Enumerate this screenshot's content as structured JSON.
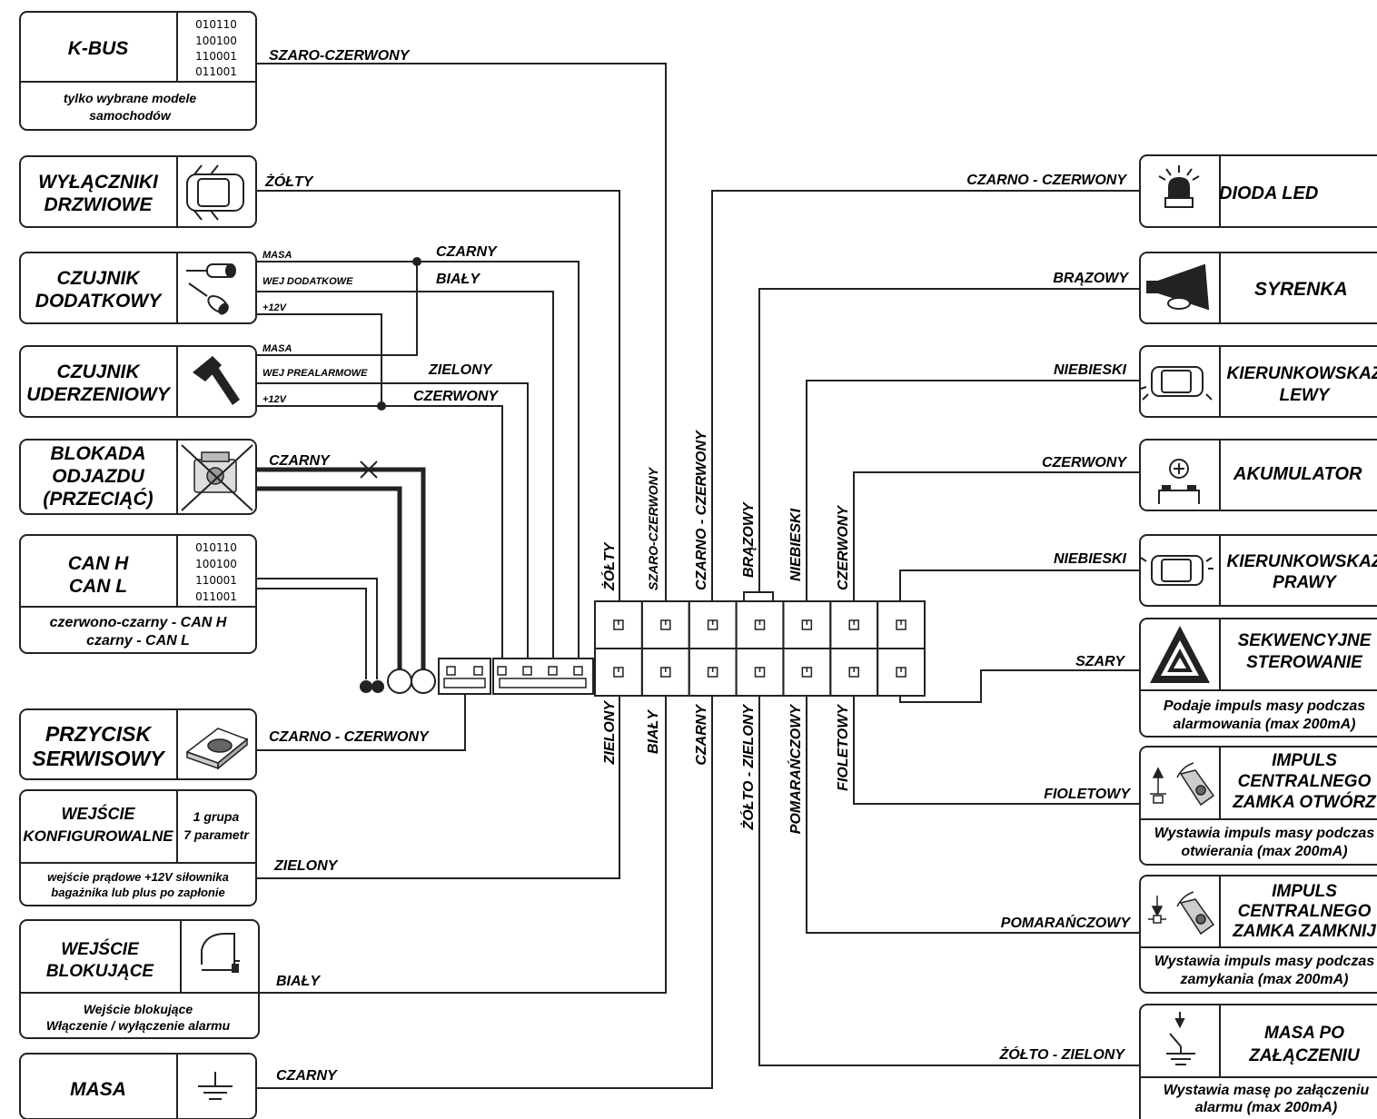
{
  "left_modules": {
    "kbus": {
      "title": "K-BUS",
      "binary": [
        "010110",
        "100100",
        "110001",
        "011001"
      ],
      "note": [
        "tylko wybrane modele",
        "samochodów"
      ],
      "wire": "SZARO-CZERWONY"
    },
    "doors": {
      "title": [
        "WYŁĄCZNIKI",
        "DRZWIOWE"
      ],
      "icon": "car-top-icon",
      "wire": "ŻÓŁTY"
    },
    "extra_sensor": {
      "title": [
        "CZUJNIK",
        "DODATKOWY"
      ],
      "icon": "sensor-probe-icon",
      "pins": [
        "MASA",
        "WEJ DODATKOWE",
        "+12V"
      ],
      "wire_labels": [
        "CZARNY",
        "BIAŁY"
      ]
    },
    "shock_sensor": {
      "title": [
        "CZUJNIK",
        "UDERZENIOWY"
      ],
      "icon": "hammer-icon",
      "pins": [
        "MASA",
        "WEJ PREALARMOWE",
        "+12V"
      ],
      "wire_labels": [
        "ZIELONY",
        "CZERWONY"
      ]
    },
    "immobilizer": {
      "title": [
        "BLOKADA",
        "ODJAZDU",
        "(PRZECIĄĆ)"
      ],
      "icon": "crossed-engine-icon",
      "wire": "CZARNY"
    },
    "can": {
      "title": [
        "CAN H",
        "CAN L"
      ],
      "binary": [
        "010110",
        "100100",
        "110001",
        "011001"
      ],
      "note": [
        "czerwono-czarny - CAN H",
        "czarny - CAN L"
      ]
    },
    "service_button": {
      "title": [
        "PRZYCISK",
        "SERWISOWY"
      ],
      "icon": "push-button-icon",
      "wire": "CZARNO - CZERWONY"
    },
    "config_input": {
      "title": [
        "WEJŚCIE",
        "KONFIGUROWALNE"
      ],
      "side": [
        "1 grupa",
        "7 parametr"
      ],
      "note": [
        "wejście prądowe +12V siłownika",
        "bagażnika lub plus po zapłonie"
      ],
      "wire": "ZIELONY"
    },
    "block_input": {
      "title": [
        "WEJŚCIE",
        "BLOKUJĄCE"
      ],
      "icon": "door-switch-icon",
      "note": [
        "Wejście blokujące",
        "Włączenie / wyłączenie alarmu"
      ],
      "wire": "BIAŁY"
    },
    "ground": {
      "title": "MASA",
      "icon": "ground-icon",
      "wire": "CZARNY"
    }
  },
  "connector": {
    "top_labels": [
      "ŻÓŁTY",
      "SZARO-CZERWONY",
      "CZARNO - CZERWONY",
      "BRĄZOWY",
      "NIEBIESKI",
      "CZERWONY"
    ],
    "bottom_labels": [
      "ZIELONY",
      "BIAŁY",
      "CZARNY",
      "ŻÓŁTO - ZIELONY",
      "POMARAŃCZOWY",
      "FIOLETOWY"
    ]
  },
  "right_modules": {
    "led": {
      "title": "DIODA LED",
      "icon": "beacon-icon",
      "wire": "CZARNO - CZERWONY"
    },
    "siren": {
      "title": "SYRENKA",
      "icon": "horn-icon",
      "wire": "BRĄZOWY"
    },
    "left_indicator": {
      "title": [
        "KIERUNKOWSKAZ",
        "LEWY"
      ],
      "icon": "car-indicator-left-icon",
      "wire": "NIEBIESKI"
    },
    "battery": {
      "title": "AKUMULATOR",
      "icon": "battery-icon",
      "wire": "CZERWONY"
    },
    "right_indicator": {
      "title": [
        "KIERUNKOWSKAZ",
        "PRAWY"
      ],
      "icon": "car-indicator-right-icon",
      "wire": "NIEBIESKI"
    },
    "sequential": {
      "title": [
        "SEKWENCYJNE",
        "STEROWANIE"
      ],
      "icon": "warning-triangle-icon",
      "note": [
        "Podaje impuls masy podczas",
        "alarmowania (max 200mA)"
      ],
      "wire": "SZARY"
    },
    "lock_open": {
      "title": [
        "IMPULS",
        "CENTRALNEGO",
        "ZAMKA OTWÓRZ"
      ],
      "icon": "unlock-actuator-icon",
      "note": [
        "Wystawia impuls masy podczas",
        "otwierania (max 200mA)"
      ],
      "wire": "FIOLETOWY"
    },
    "lock_close": {
      "title": [
        "IMPULS",
        "CENTRALNEGO",
        "ZAMKA ZAMKNIJ"
      ],
      "icon": "lock-actuator-icon",
      "note": [
        "Wystawia impuls masy podczas",
        "zamykania (max 200mA)"
      ],
      "wire": "POMARAŃCZOWY"
    },
    "ground_after": {
      "title": [
        "MASA PO",
        "ZAŁĄCZENIU"
      ],
      "icon": "switched-ground-icon",
      "note": [
        "Wystawia masę po załączeniu",
        "alarmu (max 200mA)"
      ],
      "wire": "ŻÓŁTO - ZIELONY"
    }
  }
}
